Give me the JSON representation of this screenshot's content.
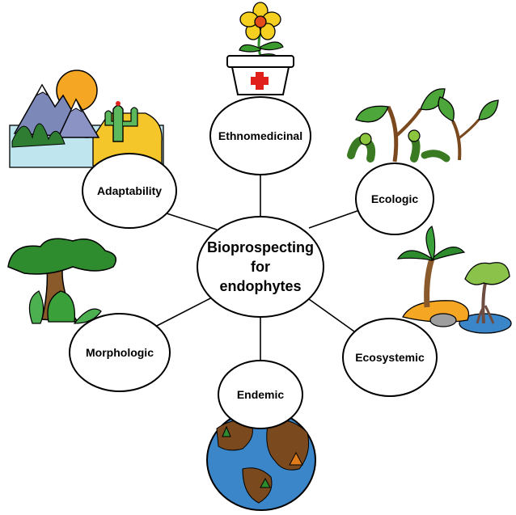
{
  "center": {
    "lines": [
      "Bioprospecting",
      "for",
      "endophytes"
    ]
  },
  "nodes": {
    "ethnomedicinal": "Ethnomedicinal",
    "ecologic": "Ecologic",
    "ecosystemic": "Ecosystemic",
    "endemic": "Endemic",
    "morphologic": "Morphologic",
    "adaptability": "Adaptability"
  },
  "colors": {
    "outline": "#000000",
    "bubble_fill": "#ffffff",
    "leaf_green": "#3a9a2e",
    "ocean_blue": "#3a86c8",
    "land_brown": "#7a4a1e",
    "flower_yellow": "#f5d020",
    "medical_red": "#e0201a"
  },
  "icons": {
    "ethnomedicinal": "flower-pot-red-cross-icon",
    "adaptability": "mountains-sun-cactus-icon",
    "ecologic": "caterpillars-on-plants-icon",
    "morphologic": "baobab-tree-icon",
    "ecosystemic": "island-palm-mangrove-icon",
    "endemic": "globe-with-trees-icon"
  }
}
